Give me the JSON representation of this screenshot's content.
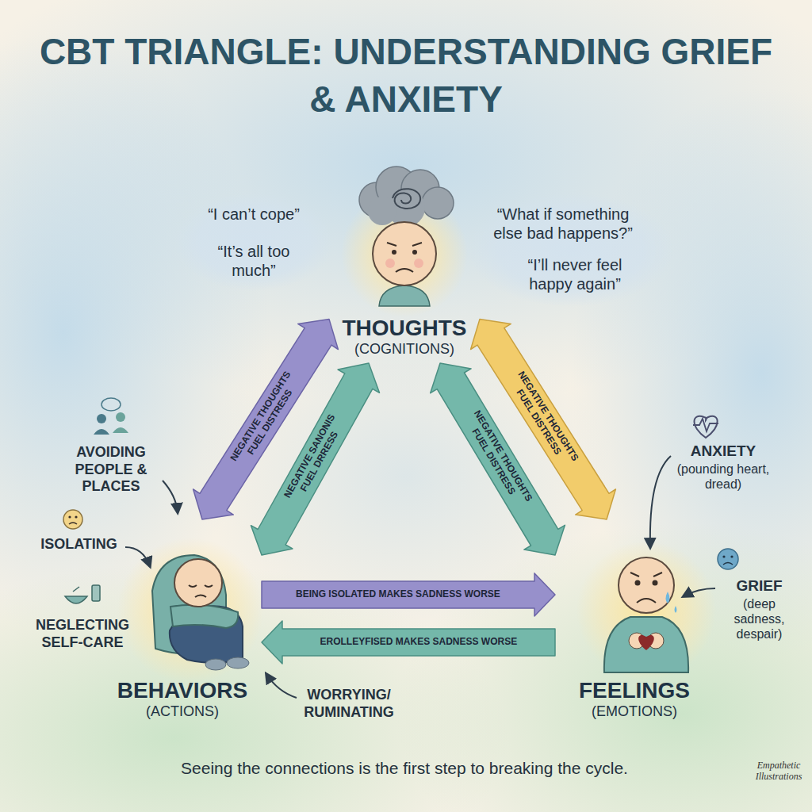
{
  "diagram": {
    "title": "CBT TRIANGLE: UNDERSTANDING GRIEF & ANXIETY",
    "caption": "Seeing the connections is the first step to breaking the cycle.",
    "nodes": [
      {
        "text": [
          "THOUGHTS",
          "(COGNITIONS)"
        ]
      },
      {
        "text": [
          "BEHAVIORS",
          "(ACTIONS)"
        ]
      },
      {
        "text": [
          "FEELINGS",
          "(EMOTIONS)"
        ]
      }
    ],
    "edges": [
      {
        "from": 0,
        "to": 1,
        "arrow": "both",
        "label": "NEGATIVE THOUGHTS FUEL DISTRESS"
      },
      {
        "from": 0,
        "to": 1,
        "arrow": "both",
        "label": "NEGATIVE SANONIS FUEL DRRESS"
      },
      {
        "from": 0,
        "to": 2,
        "arrow": "both",
        "label": "NEGATIVE THOUGHTS FUEL DISTRESS"
      },
      {
        "from": 0,
        "to": 2,
        "arrow": "both",
        "label": "NEGATIVE THOUGHTS FUEL DISTRESS"
      },
      {
        "from": 1,
        "to": 2,
        "arrow": "to",
        "label": "BEING ISOLATED MAKES SADNESS WORSE"
      },
      {
        "from": 2,
        "to": 1,
        "arrow": "to",
        "label": "EROLLEYFISED MAKES SADNESS WORSE"
      }
    ],
    "labels": [
      "“I can’t cope”",
      "“What if something else bad happens?”",
      "“It’s all too much”",
      "“I’ll never feel happy again”",
      "AVOIDING PEOPLE & PLACES",
      "ANXIETY",
      "(pounding heart, dread)",
      "ISOLATING",
      "GRIEF",
      "(deep sadness, despair)",
      "NEGLECTING SELF-CARE",
      "WORRYING/ RUMINATING",
      "Empathetic Illustrations"
    ]
  }
}
